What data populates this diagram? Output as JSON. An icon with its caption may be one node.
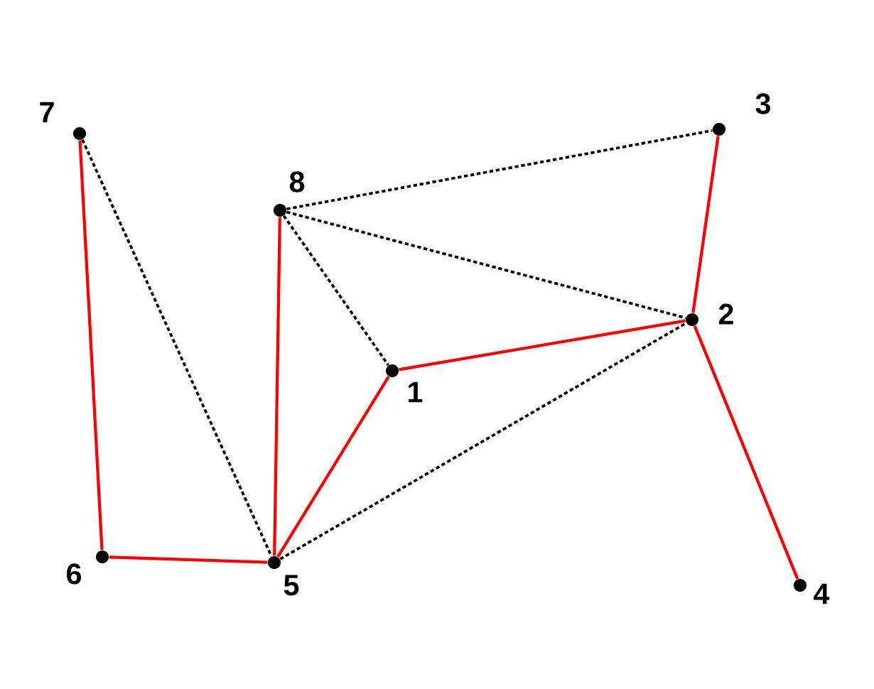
{
  "diagram": {
    "nodes": [
      {
        "text": [],
        "shape": "circle",
        "beside": [
          "1"
        ]
      },
      {
        "text": [],
        "shape": "circle",
        "beside": [
          "2"
        ]
      },
      {
        "text": [],
        "shape": "circle",
        "beside": [
          "3"
        ]
      },
      {
        "text": [],
        "shape": "circle",
        "beside": [
          "4"
        ]
      },
      {
        "text": [],
        "shape": "circle",
        "beside": [
          "5"
        ]
      },
      {
        "text": [],
        "shape": "circle",
        "beside": [
          "6"
        ]
      },
      {
        "text": [],
        "shape": "circle",
        "beside": [
          "7"
        ]
      },
      {
        "text": [],
        "shape": "circle",
        "beside": [
          "8"
        ]
      }
    ],
    "edges": [
      {
        "from": 6,
        "to": 5,
        "arrow": "none"
      },
      {
        "from": 5,
        "to": 4,
        "arrow": "none"
      },
      {
        "from": 4,
        "to": 7,
        "arrow": "none"
      },
      {
        "from": 4,
        "to": 0,
        "arrow": "none"
      },
      {
        "from": 0,
        "to": 1,
        "arrow": "none"
      },
      {
        "from": 1,
        "to": 2,
        "arrow": "none"
      },
      {
        "from": 1,
        "to": 3,
        "arrow": "none"
      },
      {
        "from": 6,
        "to": 4,
        "arrow": "none",
        "style": "dashed",
        "color": "#000000"
      },
      {
        "from": 7,
        "to": 2,
        "arrow": "none",
        "style": "dashed",
        "color": "#000000"
      },
      {
        "from": 7,
        "to": 1,
        "arrow": "none",
        "style": "dashed",
        "color": "#000000"
      },
      {
        "from": 7,
        "to": 0,
        "arrow": "none",
        "style": "dashed",
        "color": "#000000"
      },
      {
        "from": 4,
        "to": 1,
        "arrow": "none",
        "style": "dashed",
        "color": "#000000"
      }
    ]
  }
}
